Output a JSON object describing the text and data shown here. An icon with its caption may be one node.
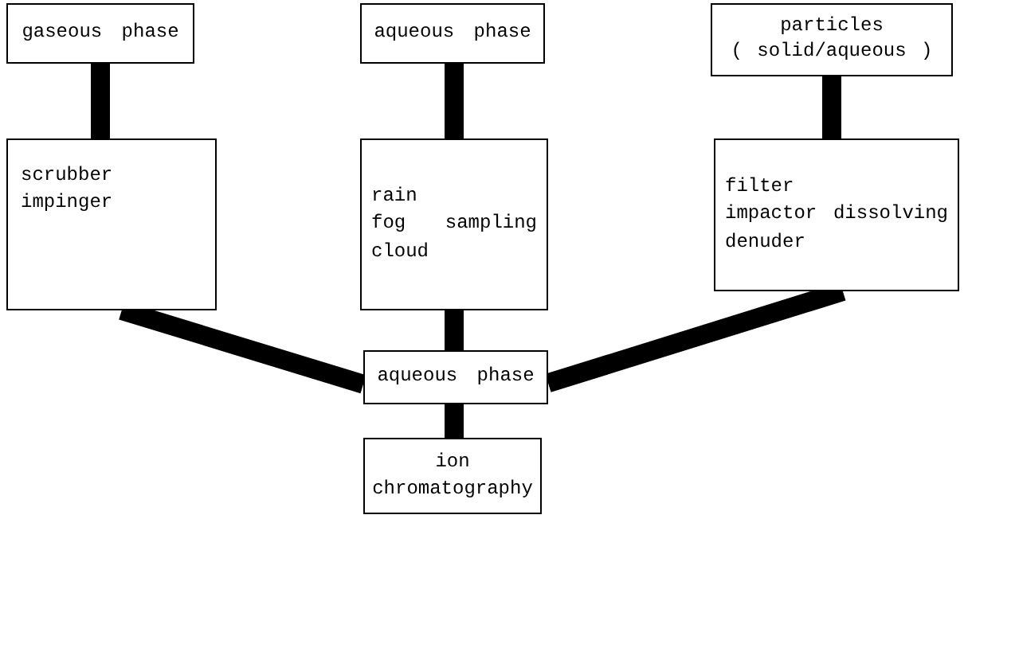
{
  "diagram": {
    "nodes": [
      {
        "text": [
          "gaseous phase"
        ]
      },
      {
        "text": [
          "aqueous phase"
        ]
      },
      {
        "text": [
          "particles",
          "( solid/aqueous )"
        ]
      },
      {
        "text": [
          "scrubber impinger"
        ]
      },
      {
        "text": [
          "rain fog cloud",
          "sampling"
        ]
      },
      {
        "text": [
          "filter impactor denuder",
          "dissolving"
        ]
      },
      {
        "text": [
          "aqueous phase"
        ]
      },
      {
        "text": [
          "ion chromatography"
        ]
      }
    ],
    "edges": [
      {
        "from": 0,
        "to": 3,
        "arrow": "none"
      },
      {
        "from": 1,
        "to": 4,
        "arrow": "none"
      },
      {
        "from": 2,
        "to": 5,
        "arrow": "none"
      },
      {
        "from": 3,
        "to": 6,
        "arrow": "none"
      },
      {
        "from": 4,
        "to": 6,
        "arrow": "none"
      },
      {
        "from": 5,
        "to": 6,
        "arrow": "none"
      },
      {
        "from": 6,
        "to": 7,
        "arrow": "none"
      }
    ]
  }
}
